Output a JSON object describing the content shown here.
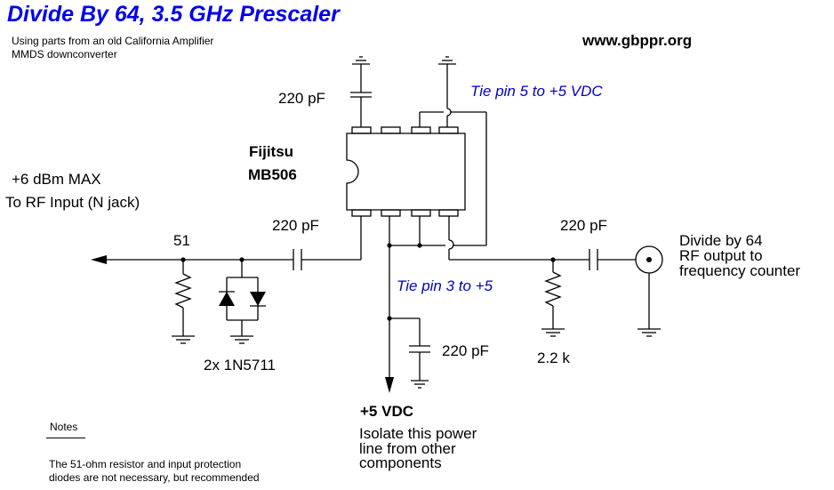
{
  "title": "Divide By 64, 3.5 GHz Prescaler",
  "subtitle": [
    "Using parts from an old California Amplifier",
    "MMDS downconverter"
  ],
  "website": "www.gbppr.org",
  "chip": {
    "maker": "Fijitsu",
    "part": "MB506"
  },
  "labels": {
    "cap_top": "220 pF",
    "tie_pin5": "Tie pin 5 to +5 VDC",
    "input_power": "+6 dBm MAX",
    "input_desc": "To RF Input (N jack)",
    "resistor_51": "51",
    "cap_input": "220 pF",
    "cap_output": "220 pF",
    "output_desc": [
      "Divide by 64",
      "RF output to",
      "frequency counter"
    ],
    "tie_pin3": "Tie pin 3 to +5",
    "cap_bypass": "220 pF",
    "resistor_out": "2.2 k",
    "diodes": "2x 1N5711",
    "vdc": "+5 VDC",
    "isolate": [
      "Isolate this power",
      "line from other",
      "components"
    ]
  },
  "notes": {
    "heading": "Notes",
    "text": [
      "The 51-ohm resistor and input protection",
      "diodes are not necessary, but recommended"
    ]
  }
}
